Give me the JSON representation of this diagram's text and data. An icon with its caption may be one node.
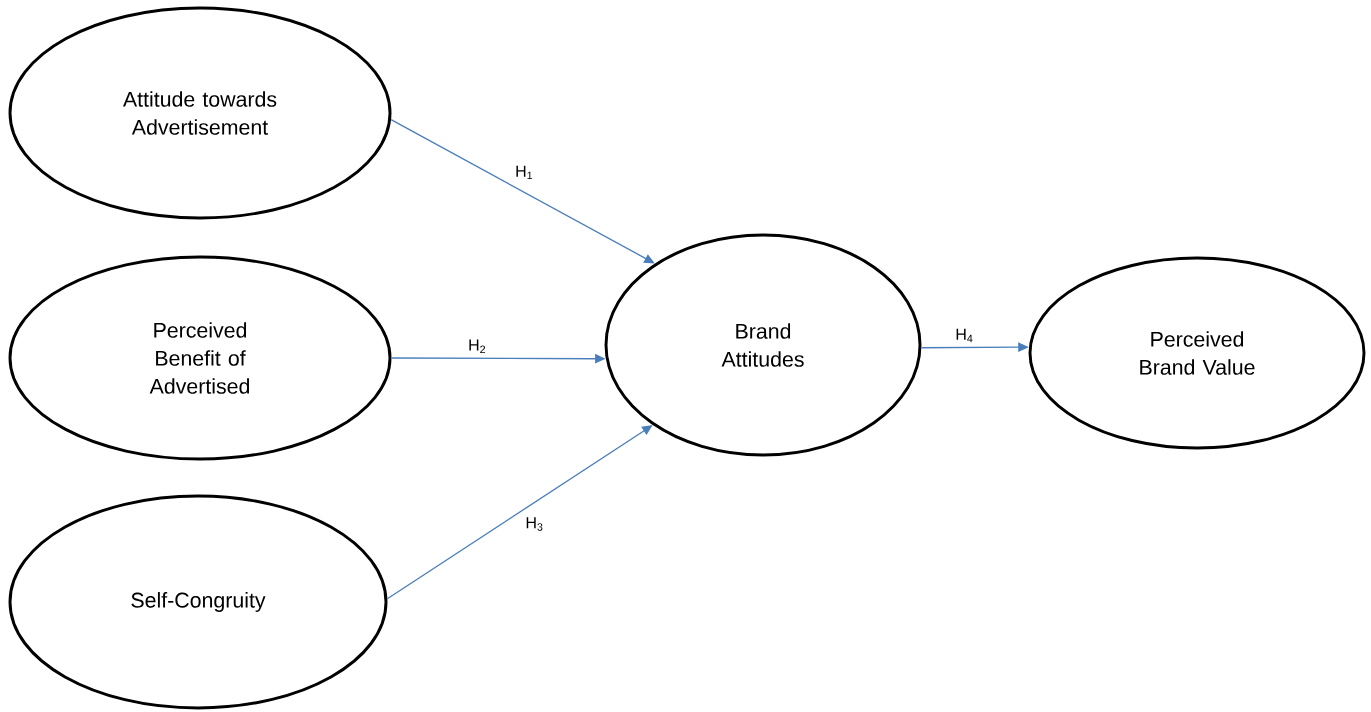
{
  "diagram": {
    "nodes": [
      {
        "text": [
          "Attitude towards Advertisement"
        ]
      },
      {
        "text": [
          "Perceived Benefit of Advertised"
        ]
      },
      {
        "text": [
          "Self-Congruity"
        ]
      },
      {
        "text": [
          "Brand Attitudes"
        ]
      },
      {
        "text": [
          "Perceived Brand Value"
        ]
      }
    ],
    "edges": [
      {
        "from": 0,
        "to": 3,
        "arrow": "to",
        "label": "H$_{1}$"
      },
      {
        "from": 1,
        "to": 3,
        "arrow": "to",
        "label": "H$_{2}$"
      },
      {
        "from": 2,
        "to": 3,
        "arrow": "to",
        "label": "H$_{3}$"
      },
      {
        "from": 3,
        "to": 4,
        "arrow": "to",
        "label": "H$_{4}$"
      }
    ]
  }
}
